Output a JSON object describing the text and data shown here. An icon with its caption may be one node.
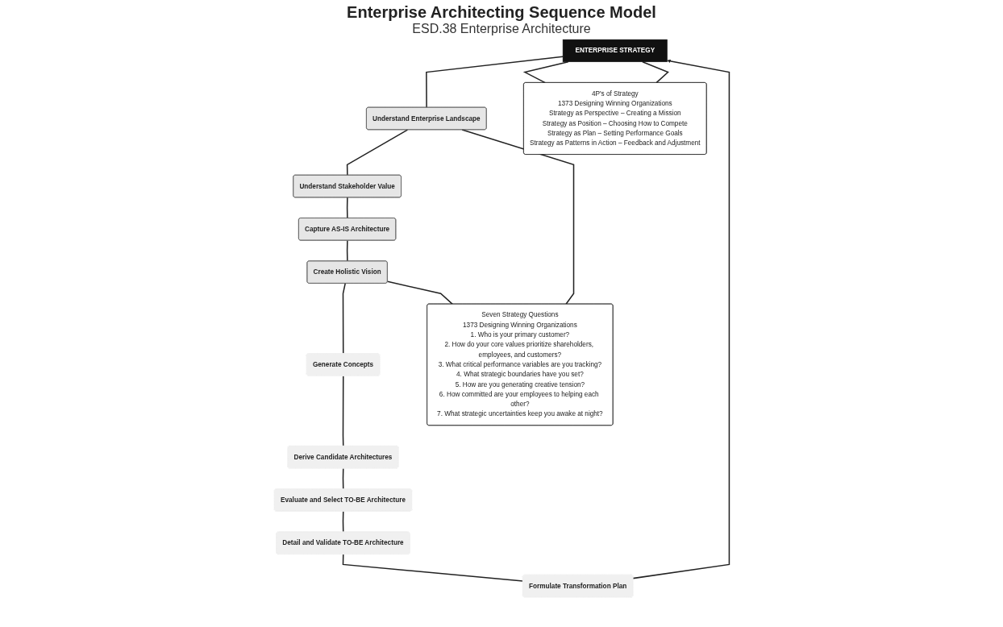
{
  "diagram": {
    "title": "Enterprise Architecting Sequence Model",
    "nodes": [
      {
        "text": [
          "ENTERPRISE STRATEGY"
        ]
      },
      {
        "text": [
          "Understand Enterprise Landscape"
        ]
      },
      {
        "text": [
          "Understand Stakeholder Value"
        ]
      },
      {
        "text": [
          "Capture AS-IS Architecture"
        ]
      },
      {
        "text": [
          "Create Holistic Vision"
        ]
      },
      {
        "text": [
          "Generate Concepts"
        ]
      },
      {
        "text": [
          "Derive Candidate Architectures"
        ]
      },
      {
        "text": [
          "Evaluate and Select TO-BE Architecture"
        ]
      },
      {
        "text": [
          "Detail and Validate TO-BE Architecture"
        ]
      },
      {
        "text": [
          "Formulate Transformation Plan"
        ]
      },
      {
        "text": [
          "4P's of Strategy",
          "1373 Designing Winning Organizations",
          "Strategy as Perspective – Creating a Mission",
          "Strategy as Position – Choosing How to Compete",
          "Strategy as Plan – Setting Performance Goals",
          "Strategy as Patterns in Action – Feedback and Adjustment"
        ]
      },
      {
        "text": [
          "Seven Strategy Questions",
          "1373 Designing Winning Organizations",
          "1. Who is your primary customer?",
          "2. How do your core values prioritize shareholders, employees, and customers?",
          "3. What critical performance variables are you tracking?",
          "4. What strategic boundaries have you set?",
          "5. How are you generating creative tension?",
          "6. How committed are your employees to helping each other?",
          "7. What strategic uncertainties keep you awake at night?"
        ]
      }
    ],
    "edges": [
      {
        "from": 0,
        "to": 1,
        "arrow": "none"
      },
      {
        "from": 1,
        "to": 2,
        "arrow": "none"
      },
      {
        "from": 2,
        "to": 3,
        "arrow": "none"
      },
      {
        "from": 3,
        "to": 4,
        "arrow": "none"
      },
      {
        "from": 4,
        "to": 5,
        "arrow": "none"
      },
      {
        "from": 5,
        "to": 6,
        "arrow": "none"
      },
      {
        "from": 6,
        "to": 7,
        "arrow": "none"
      },
      {
        "from": 7,
        "to": 8,
        "arrow": "none"
      },
      {
        "from": 8,
        "to": 9,
        "arrow": "none"
      },
      {
        "from": 9,
        "to": 0,
        "arrow": "to"
      },
      {
        "from": 0,
        "to": 10,
        "arrow": "none"
      },
      {
        "from": 0,
        "to": 10,
        "arrow": "none"
      },
      {
        "from": 1,
        "to": 11,
        "arrow": "none"
      },
      {
        "from": 4,
        "to": 11,
        "arrow": "none"
      }
    ],
    "labels": [
      "ESD.38 Enterprise Architecture"
    ]
  }
}
